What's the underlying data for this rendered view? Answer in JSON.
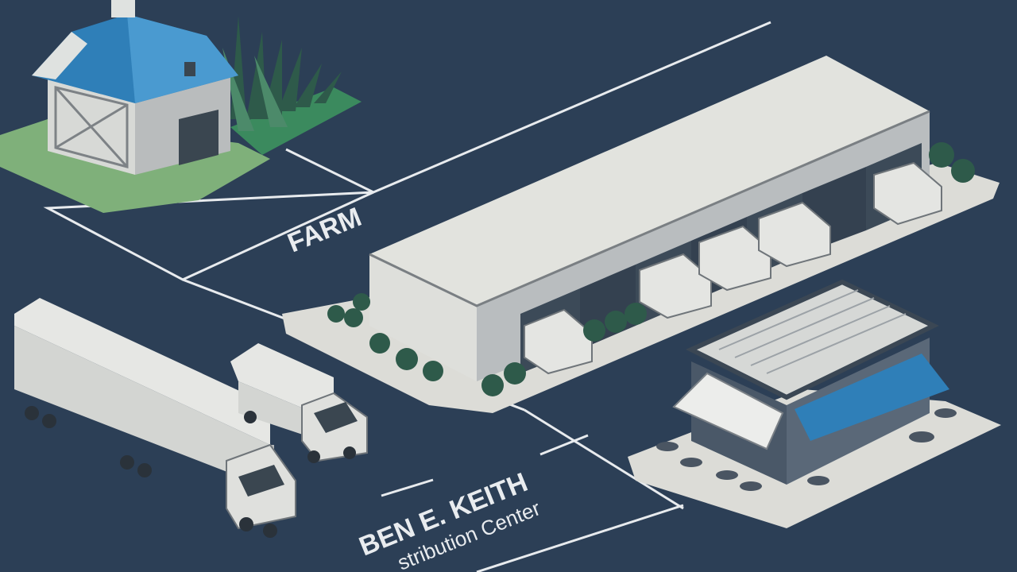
{
  "labels": {
    "farm": "FARM",
    "ben_keith": "BEN E. KEITH",
    "distribution_center": "stribution Center"
  },
  "colors": {
    "background": "#2c3f56",
    "road_line": "#e8ebee",
    "building_light": "#dedfdb",
    "building_shadow": "#a9adb0",
    "accent_blue": "#2f7fb8",
    "grass": "#7fb07a",
    "shrub": "#2e5a4a"
  }
}
